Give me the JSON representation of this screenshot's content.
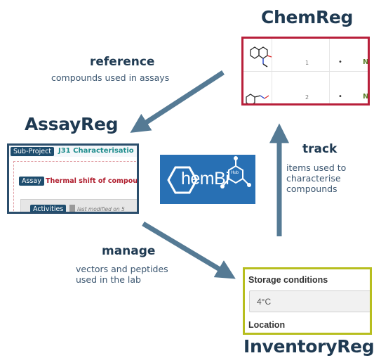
{
  "chemreg": {
    "title": "ChemReg",
    "rows": [
      {
        "number": "1",
        "dot": "•",
        "m": "N"
      },
      {
        "number": "2",
        "dot": "•",
        "m": "N"
      }
    ]
  },
  "assayreg": {
    "title": "AssayReg",
    "subproject_label": "Sub-Project",
    "subproject_value": "J31 Characterisatio",
    "assay_label": "Assay",
    "assay_value": "Thermal shift of compou",
    "activities_label": "Activities",
    "last_modified": "last modified on 5"
  },
  "inventoryreg": {
    "title": "InventoryReg",
    "storage_label": "Storage conditions",
    "storage_value": "4°C",
    "location_label": "Location"
  },
  "logo": {
    "text": "hemBi",
    "hub_text": "Hub"
  },
  "edges": {
    "reference": {
      "verb": "reference",
      "description": "compounds used in assays"
    },
    "track": {
      "verb": "track",
      "description_lines": [
        "items used to",
        "characterise",
        "compounds"
      ]
    },
    "manage": {
      "verb": "manage",
      "description_lines": [
        "vectors and peptides",
        "used in the lab"
      ]
    }
  },
  "colors": {
    "navy": "#1f3a52",
    "arrow": "#557a94",
    "chemreg_border": "#b81f3a",
    "assayreg_border": "#2b4e6c",
    "inventory_border": "#b7be1e",
    "logo_bg": "#2870b4"
  }
}
